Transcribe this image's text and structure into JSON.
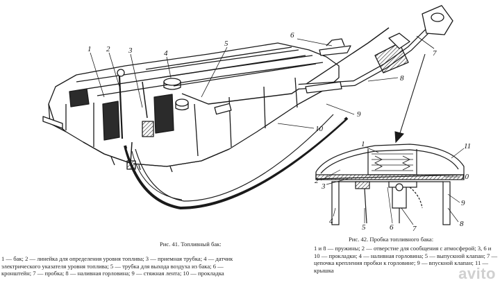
{
  "figure41": {
    "caption": "Рис. 41. Топливный бак:",
    "legend": "1 — бак; 2 — линейка для определения уровня топлива; 3 — приемная трубка; 4 — датчик электрического указателя уровня топлива; 5 — трубка для выхода воздуха из бака; 6 — кронштейн; 7 — пробка; 8 — наливная горловина; 9 — стяжная лента; 10 — прокладка",
    "callouts": [
      "1",
      "2",
      "3",
      "4",
      "5",
      "6",
      "7",
      "8",
      "9",
      "10"
    ]
  },
  "figure42": {
    "caption": "Рис. 42. Пробка топливного бака:",
    "legend": "1 и 8 — пружины; 2 — отверстие для сообщения с атмосферой; 3, 6 и 10 — прокладки; 4 — наливная горловина; 5 — выпускной клапан; 7 — цепочка крепления пробки к горловине; 9 — впускной клапан; 11 — крышка",
    "callouts": [
      "1",
      "2",
      "3",
      "4",
      "5",
      "6",
      "7",
      "8",
      "9",
      "10",
      "11"
    ]
  },
  "watermark": "avito",
  "colors": {
    "ink": "#1a1a1a",
    "shade": "#2b2b2b",
    "paper": "#ffffff"
  }
}
